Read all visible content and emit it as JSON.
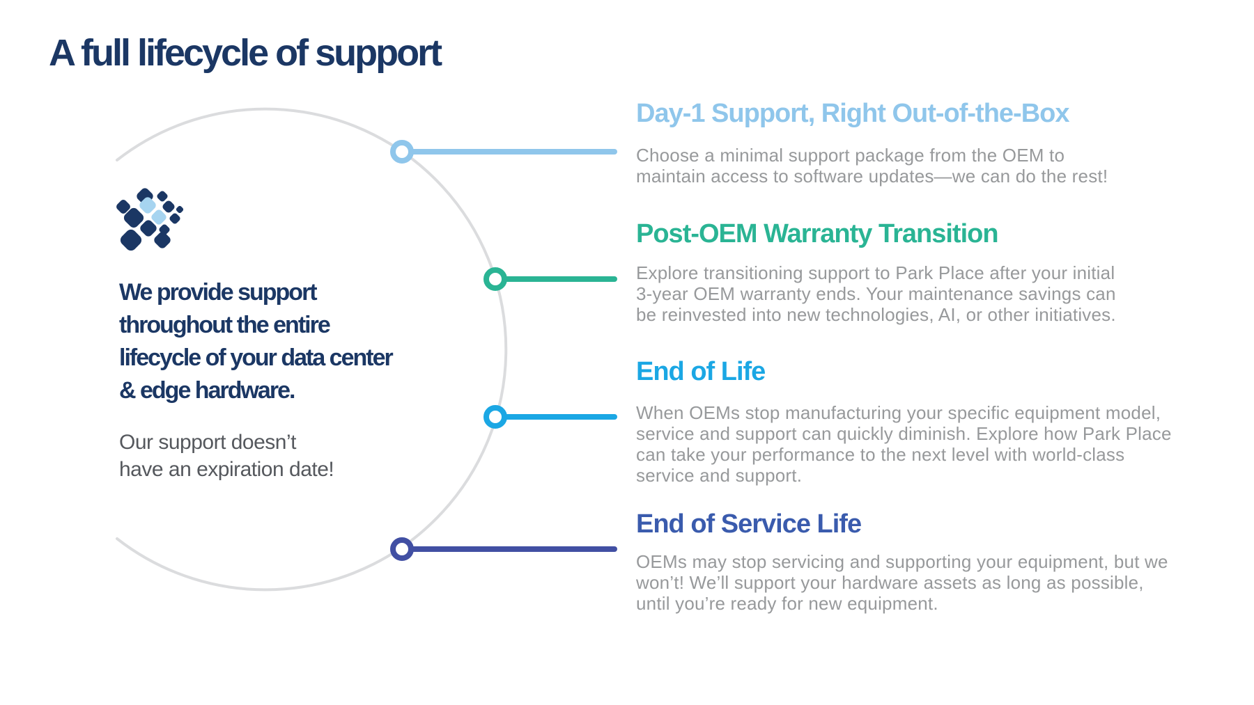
{
  "page": {
    "title": "A full lifecycle of support",
    "title_color": "#1B3764",
    "background_color": "#FFFFFF"
  },
  "left_panel": {
    "logo": "park-place-technologies-mark",
    "logo_navy": "#1B3764",
    "logo_light_blue": "#A6D4F0",
    "heading": "We provide support\nthroughout the entire\nlifecycle of your data center\n& edge hardware.",
    "heading_color": "#1B3764",
    "subtext": "Our support doesn’t\nhave an expiration date!",
    "subtext_color": "#55585D"
  },
  "timeline": {
    "arc_color": "#DBDCDE",
    "body_text_color": "#97999B",
    "sections": [
      {
        "title": "Day-1 Support, Right Out-of-the-Box",
        "accent_color": "#8FC6EB",
        "line_color": "#8FC6EB",
        "body": "Choose a minimal support package from the OEM to\nmaintain access to software updates—we can do the rest!"
      },
      {
        "title": "Post-OEM Warranty Transition",
        "accent_color": "#2AB494",
        "line_color": "#2AB494",
        "body": "Explore transitioning support to Park Place after your initial\n3-year OEM warranty ends. Your maintenance savings can\nbe reinvested into new technologies, AI, or other initiatives."
      },
      {
        "title": "End of Life",
        "accent_color": "#1BA7E4",
        "line_color": "#1BA7E4",
        "body": "When OEMs stop manufacturing your specific equipment model,\nservice and support can quickly diminish. Explore how Park Place\ncan take your performance to the next level with world-class\nservice and support."
      },
      {
        "title": "End of Service Life",
        "accent_color": "#3A5BAD",
        "line_color": "#414FA3",
        "body": "OEMs may stop servicing and supporting your equipment, but we\nwon’t! We’ll support your hardware assets as long as possible,\nuntil you’re ready for new equipment."
      }
    ]
  }
}
